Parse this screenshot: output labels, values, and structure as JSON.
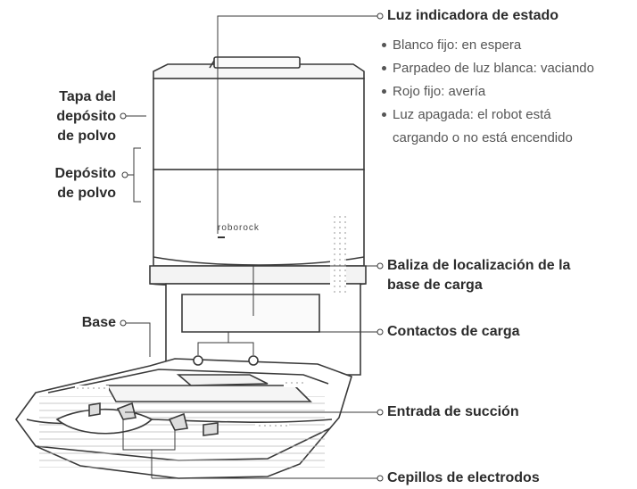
{
  "labels": {
    "status_light": "Luz indicadora de estado",
    "dustbin_lid": [
      "Tapa del",
      "depósito",
      "de polvo"
    ],
    "dustbin": [
      "Depósito",
      "de polvo"
    ],
    "beacon": [
      "Baliza de localización de la",
      "base de carga"
    ],
    "base": "Base",
    "charging_contacts": "Contactos de carga",
    "suction_inlet": "Entrada de succión",
    "electrode_brushes": "Cepillos de electrodos"
  },
  "status_light_states": [
    "Blanco fijo: en espera",
    "Parpadeo de luz blanca: vaciando",
    "Rojo fijo: avería",
    "Luz apagada: el robot está",
    "cargando o no está encendido"
  ],
  "device_brand": "roborock",
  "colors": {
    "line": "#3a3a3a",
    "text": "#2b2b2b",
    "muted": "#555555"
  }
}
